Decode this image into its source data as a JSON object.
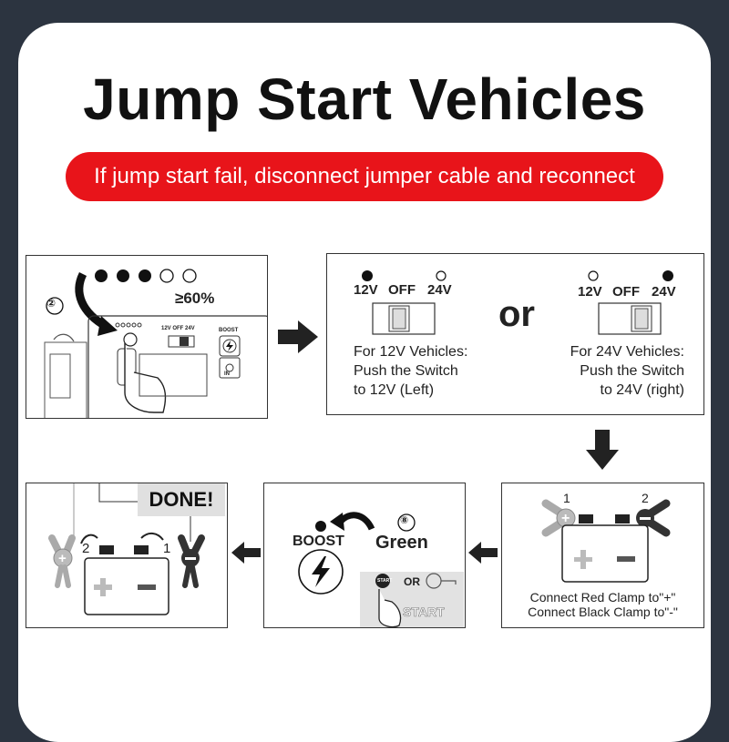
{
  "title": "Jump Start Vehicles",
  "banner": "If jump start fail, disconnect jumper cable and reconnect",
  "step1": {
    "step_number": "②",
    "percent": "≥60%",
    "device_switch": "12V OFF 24V",
    "boost": "BOOST",
    "in": "IN",
    "battery_dots": [
      "filled",
      "filled",
      "filled",
      "empty",
      "empty"
    ]
  },
  "step2": {
    "left_switch_labels": [
      "12V",
      "OFF",
      "24V"
    ],
    "or": "or",
    "right_switch_labels": [
      "12V",
      "OFF",
      "24V"
    ],
    "left_text": [
      "For 12V Vehicles:",
      "Push the Switch",
      "to 12V (Left)"
    ],
    "right_text": [
      "For 24V Vehicles:",
      "Push the Switch",
      "to 24V (right)"
    ]
  },
  "step3": {
    "clamp1": "1",
    "clamp2": "2",
    "text": [
      "Connect Red Clamp to\"+\"",
      "Connect Black Clamp to\"-\""
    ]
  },
  "step4": {
    "boost": "BOOST",
    "step_number": "⑧",
    "green": "Green",
    "or": "OR",
    "start_button": "START",
    "start": "START"
  },
  "step5": {
    "done": "DONE!",
    "label2": "2",
    "label1": "1"
  },
  "colors": {
    "banner": "#e8141a",
    "background": "#2c3440"
  }
}
